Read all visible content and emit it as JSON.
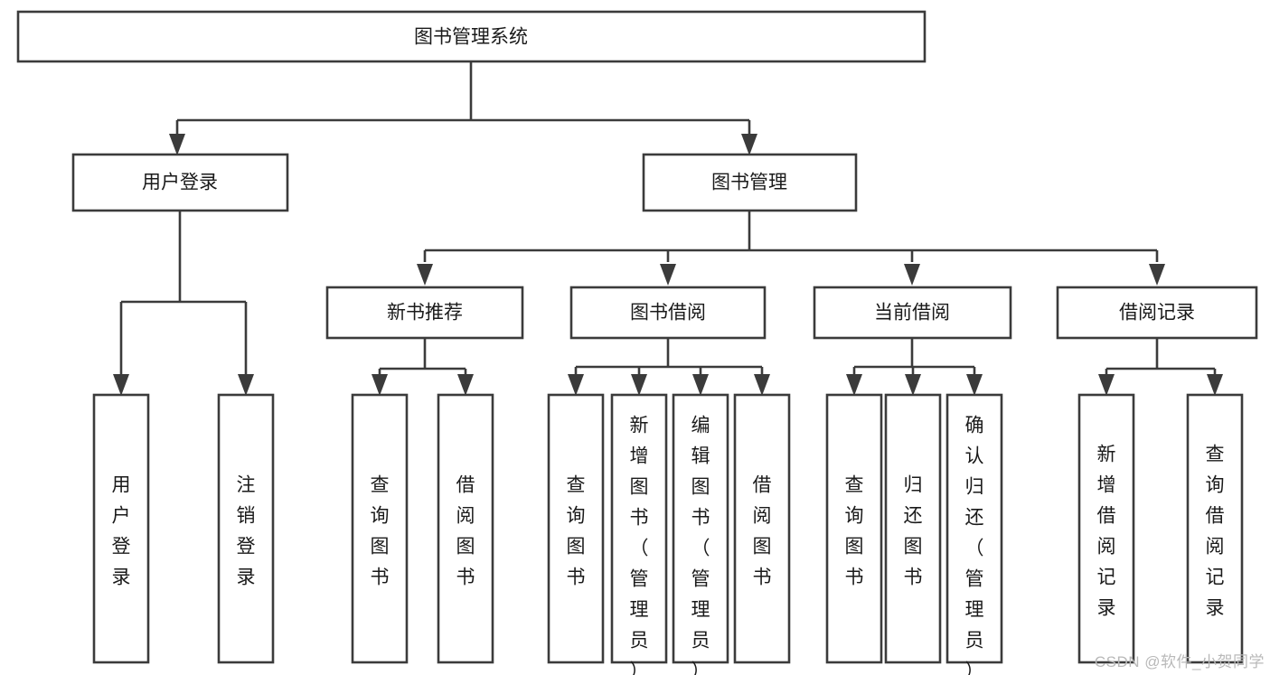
{
  "diagram": {
    "type": "hierarchy-tree",
    "title": "图书管理系统",
    "orientation": "top-down",
    "watermark": "CSDN @软件_小贺同学",
    "colors": {
      "box_stroke": "#3b3b3b",
      "box_fill": "#ffffff",
      "text": "#1a1a1a",
      "background": "#ffffff",
      "watermark": "#b9b9b9"
    },
    "nodes": {
      "root": {
        "label": "图书管理系统"
      },
      "level1": [
        {
          "label": "用户登录"
        },
        {
          "label": "图书管理"
        }
      ],
      "level2": [
        {
          "label": "新书推荐"
        },
        {
          "label": "图书借阅"
        },
        {
          "label": "当前借阅"
        },
        {
          "label": "借阅记录"
        }
      ],
      "leaves": {
        "user_login": [
          {
            "label": "用户登录"
          },
          {
            "label": "注销登录"
          }
        ],
        "new_book_recommend": [
          {
            "label": "查询图书"
          },
          {
            "label": "借阅图书"
          }
        ],
        "book_borrow": [
          {
            "label": "查询图书"
          },
          {
            "label": "新增图书（管理员）"
          },
          {
            "label": "编辑图书（管理员）"
          },
          {
            "label": "借阅图书"
          }
        ],
        "current_borrow": [
          {
            "label": "查询图书"
          },
          {
            "label": "归还图书"
          },
          {
            "label": "确认归还（管理员）"
          }
        ],
        "borrow_record": [
          {
            "label": "新增借阅记录"
          },
          {
            "label": "查询借阅记录"
          }
        ]
      }
    }
  }
}
